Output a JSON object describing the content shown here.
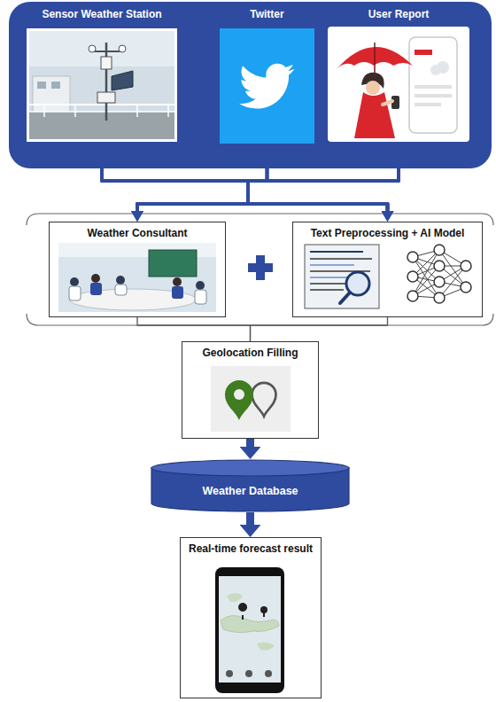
{
  "diagram": {
    "nodes": [
      {
        "text": [
          "Sensor Weather Station"
        ]
      },
      {
        "text": [
          "Twitter"
        ]
      },
      {
        "text": [
          "User Report"
        ]
      },
      {
        "text": [
          "Weather Consultant"
        ]
      },
      {
        "text": [
          "Text Preprocessing + AI Model"
        ]
      },
      {
        "text": [
          "Geolocation Filling"
        ]
      },
      {
        "text": [
          "Weather Database"
        ]
      },
      {
        "text": [
          "Real-time forecast result"
        ]
      }
    ],
    "edges": [
      {
        "from": 0,
        "to": 3,
        "arrow": "to"
      },
      {
        "from": 0,
        "to": 4,
        "arrow": "to"
      },
      {
        "from": 1,
        "to": 3,
        "arrow": "to"
      },
      {
        "from": 1,
        "to": 4,
        "arrow": "to"
      },
      {
        "from": 2,
        "to": 3,
        "arrow": "to"
      },
      {
        "from": 2,
        "to": 4,
        "arrow": "to"
      },
      {
        "from": 3,
        "to": 5,
        "arrow": "none"
      },
      {
        "from": 4,
        "to": 5,
        "arrow": "none"
      },
      {
        "from": 5,
        "to": 6,
        "arrow": "to"
      },
      {
        "from": 6,
        "to": 7,
        "arrow": "to"
      }
    ]
  }
}
